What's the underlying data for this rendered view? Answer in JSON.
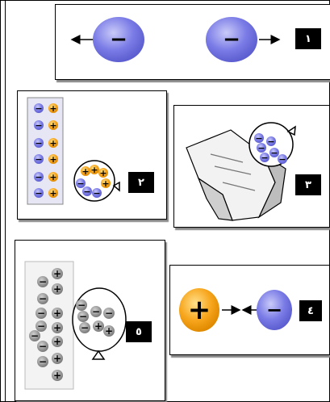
{
  "panels": [
    {
      "id": "1",
      "label": "١",
      "caption": ""
    },
    {
      "id": "2",
      "label": "٢",
      "caption": ""
    },
    {
      "id": "3",
      "label": "٣",
      "caption": ""
    },
    {
      "id": "4",
      "label": "٤",
      "caption": ""
    },
    {
      "id": "5",
      "label": "٥",
      "caption": ""
    }
  ],
  "symbols": {
    "minus": "−",
    "plus": "+"
  },
  "colors": {
    "negative": "#6f70e0",
    "positive": "#f5a623",
    "neutral": "#9a9a9a",
    "rod_fill": "#d9d9f2",
    "border": "#000000"
  }
}
